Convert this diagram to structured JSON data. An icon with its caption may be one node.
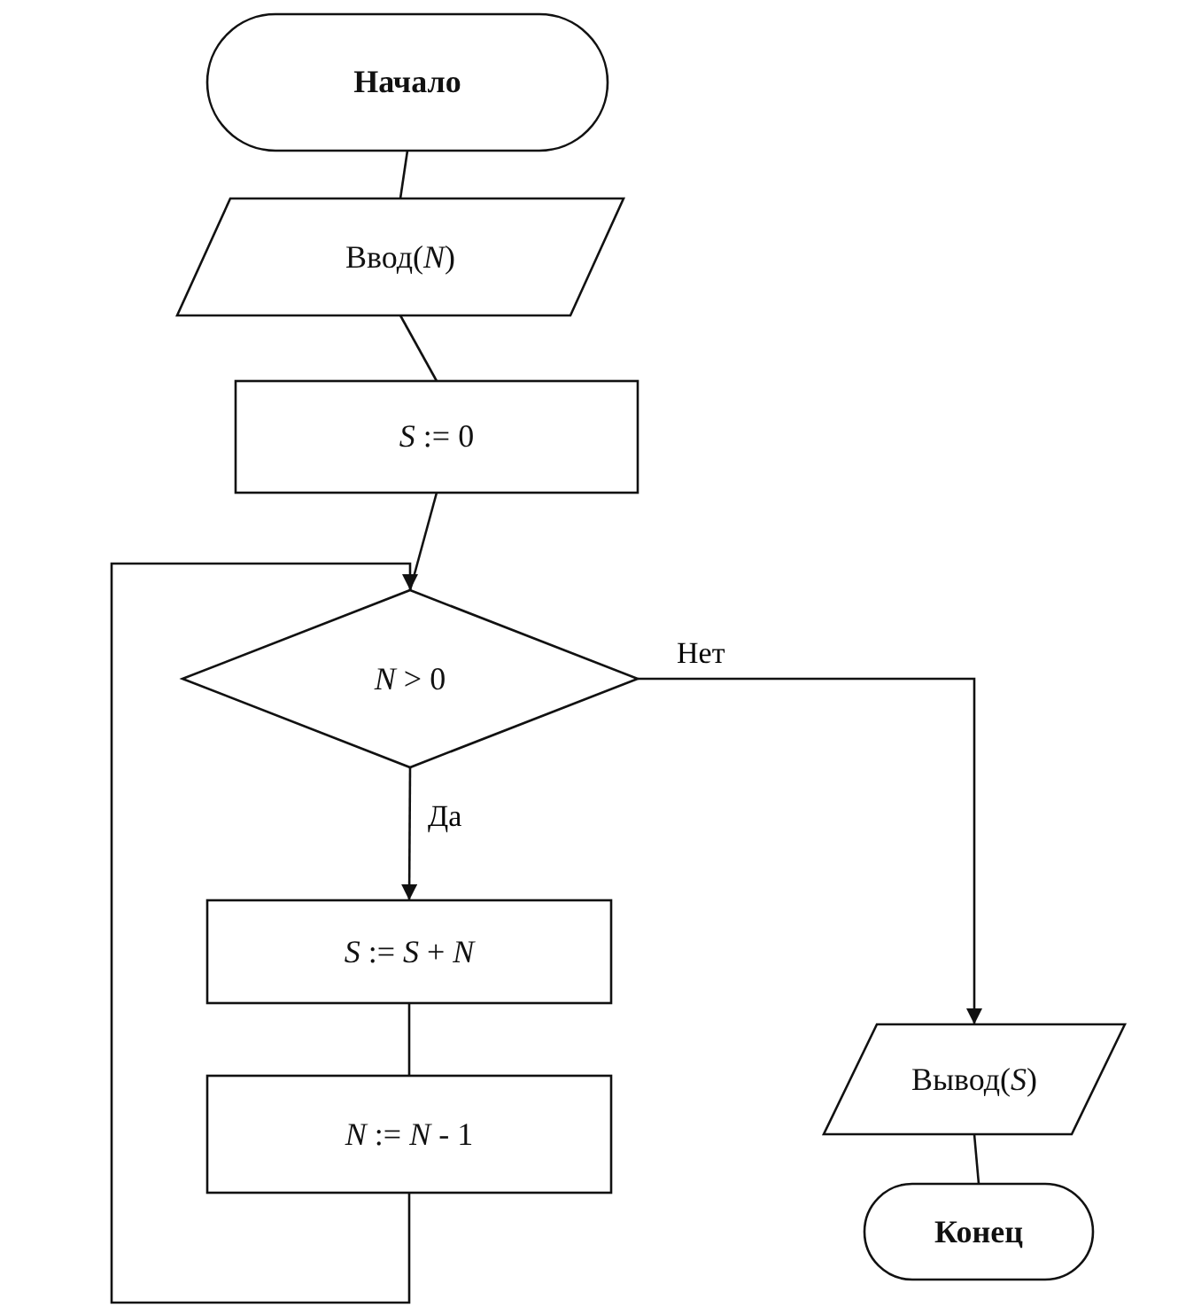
{
  "diagram": {
    "nodes": [
      {
        "text": [
          "Начало"
        ]
      },
      {
        "text": [
          "Ввод(*N*)"
        ]
      },
      {
        "text": [
          "*S* := 0"
        ]
      },
      {
        "text": [
          "*N* > 0"
        ]
      },
      {
        "text": [
          "*S* := *S* + *N*"
        ]
      },
      {
        "text": [
          "*N* := *N* - 1"
        ]
      },
      {
        "text": [
          "Вывод(*S*)"
        ]
      },
      {
        "text": [
          "Конец"
        ]
      }
    ],
    "edges": [
      {
        "from": 0,
        "to": 1,
        "arrow": "none"
      },
      {
        "from": 1,
        "to": 2,
        "arrow": "none"
      },
      {
        "from": 2,
        "to": 3,
        "arrow": "none"
      },
      {
        "from": 3,
        "to": 4,
        "arrow": "to",
        "label": "Да"
      },
      {
        "from": 4,
        "to": 5,
        "arrow": "none"
      },
      {
        "from": 5,
        "to": 3,
        "arrow": "to"
      },
      {
        "from": 3,
        "to": 6,
        "arrow": "to",
        "label": "Нет"
      },
      {
        "from": 6,
        "to": 7,
        "arrow": "none"
      }
    ]
  }
}
